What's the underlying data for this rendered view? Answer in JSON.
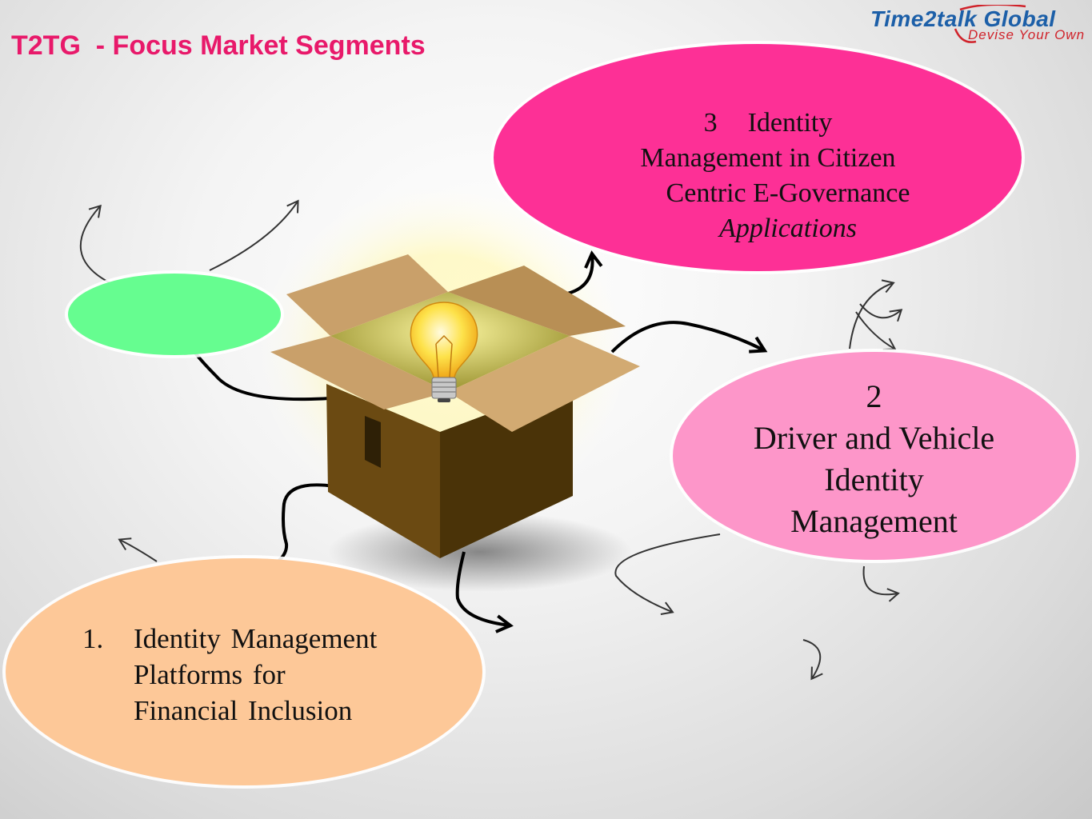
{
  "title": "T2TG  - Focus Market Segments",
  "logo": {
    "name": "Time2talk Global",
    "tagline": "Devise Your Own"
  },
  "segments": {
    "segment3": {
      "number": "3",
      "line1": "Identity",
      "line2": "Management in Citizen",
      "line3": "Centric E-Governance",
      "line4": "Applications",
      "color": "#fd3096"
    },
    "segment2": {
      "number": "2",
      "line1": "Driver and Vehicle",
      "line2": "Identity",
      "line3": "Management",
      "color": "#fd96c9"
    },
    "segment1": {
      "number": "1.",
      "line1": "Identity Management",
      "line2": "Platforms for",
      "line3": "Financial Inclusion",
      "color": "#fdc898"
    },
    "segment_blank": {
      "color": "#66fd90"
    }
  },
  "colors": {
    "title": "#e8196a",
    "logo_blue": "#1c5fa8",
    "logo_red": "#d0222a",
    "box_front": "#6b4a12",
    "box_side": "#4a3308",
    "box_flap": "#b8905a",
    "bulb": "#fddc3a"
  },
  "icons": [
    "lightbulb-icon",
    "open-box-icon"
  ]
}
